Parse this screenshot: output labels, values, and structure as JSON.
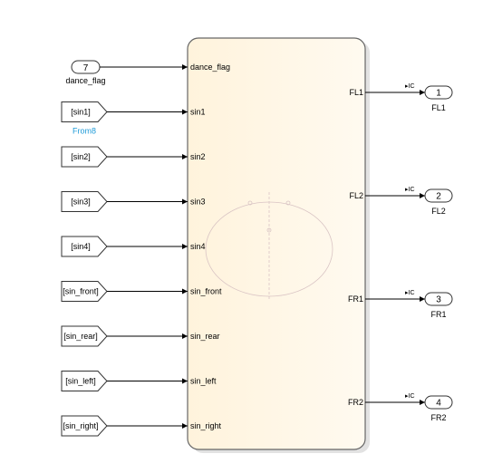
{
  "subsystem": {
    "input_ports": [
      "dance_flag",
      "sin1",
      "sin2",
      "sin3",
      "sin4",
      "sin_front",
      "sin_rear",
      "sin_left",
      "sin_right"
    ],
    "output_ports": [
      "FL1",
      "FL2",
      "FR1",
      "FR2"
    ]
  },
  "inport": {
    "number": "7",
    "name": "dance_flag"
  },
  "from_blocks": [
    {
      "tag": "[sin1]",
      "name": "From8"
    },
    {
      "tag": "[sin2]",
      "name": ""
    },
    {
      "tag": "[sin3]",
      "name": ""
    },
    {
      "tag": "[sin4]",
      "name": ""
    },
    {
      "tag": "[sin_front]",
      "name": ""
    },
    {
      "tag": "[sin_rear]",
      "name": ""
    },
    {
      "tag": "[sin_left]",
      "name": ""
    },
    {
      "tag": "[sin_right]",
      "name": ""
    }
  ],
  "outports": [
    {
      "number": "1",
      "name": "FL1"
    },
    {
      "number": "2",
      "name": "FL2"
    },
    {
      "number": "3",
      "name": "FR1"
    },
    {
      "number": "4",
      "name": "FR2"
    }
  ],
  "signal_marker": "▸IC",
  "colors": {
    "subsystem_fill": "#fff8ea",
    "block_border": "#555555",
    "line": "#000000",
    "highlight_name": "#1f9bd8"
  }
}
